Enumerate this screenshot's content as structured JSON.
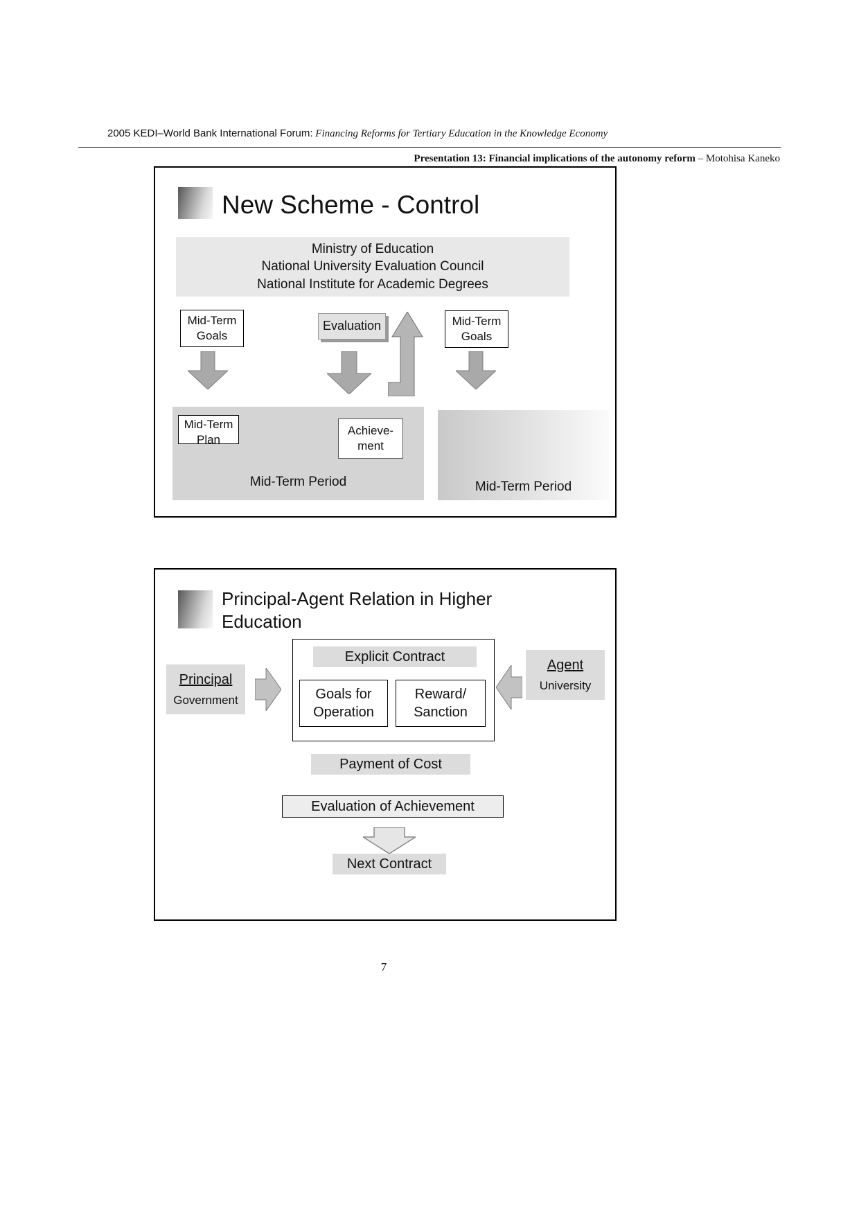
{
  "header": {
    "forum_prefix": "2005 KEDI–World Bank International Forum:",
    "forum_title": " Financing Reforms for Tertiary Education in the Knowledge Economy",
    "presentation": "Presentation 13: Financial implications of the autonomy reform",
    "author": " – Motohisa Kaneko"
  },
  "slide1": {
    "title": "New Scheme - Control",
    "ministry": [
      "Ministry of Education",
      "National University Evaluation Council",
      "National Institute for Academic Degrees"
    ],
    "midterm_goals_left": "Mid-Term\nGoals",
    "evaluation": "Evaluation",
    "midterm_goals_right": "Mid-Term\nGoals",
    "midterm_plan": "Mid-Term\nPlan",
    "achievement": "Achieve-\nment",
    "period_left_label": "Mid-Term Period",
    "period_right_label": "Mid-Term Period"
  },
  "slide2": {
    "title": "Principal-Agent Relation in Higher\nEducation",
    "principal_label": "Principal",
    "principal_sub": "Government",
    "agent_label": "Agent",
    "agent_sub": "University",
    "explicit_contract": "Explicit Contract",
    "goals_for_operation": "Goals for\nOperation",
    "reward_sanction": "Reward/\nSanction",
    "payment_of_cost": "Payment of Cost",
    "evaluation_of_achievement": "Evaluation of Achievement",
    "next_contract": "Next Contract"
  },
  "page_number": "7",
  "colors": {
    "gray_bar": "#dcdcdc",
    "ministry_bg": "#e8e8e8",
    "period_bg": "#d4d4d4",
    "arrow_fill": "#a9a9a9"
  }
}
